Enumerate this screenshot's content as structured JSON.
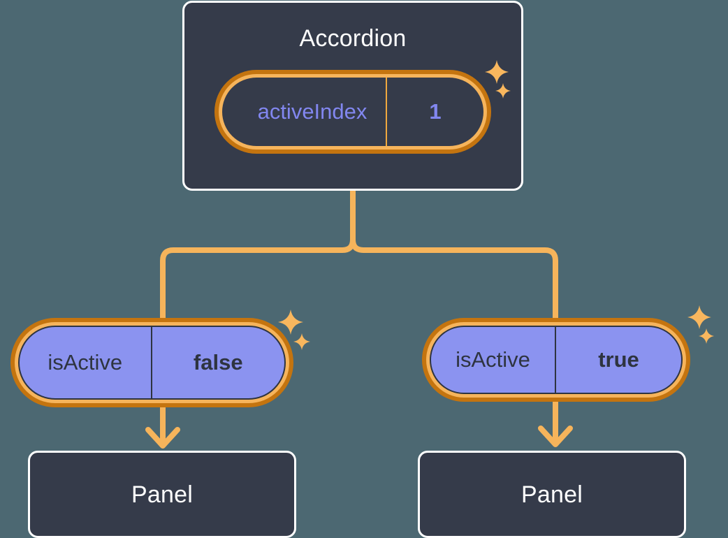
{
  "background_color": "#4C6872",
  "palette": {
    "card_fill": "#353B4A",
    "card_border": "#FFFFFF",
    "ring_outer": "#C4740F",
    "ring_inner": "#F6B45B",
    "pill_violet_fill": "#8B93F0",
    "pill_violet_text": "#2E3440",
    "pill_dark_text": "#8287F0",
    "connector": "#F6B45B",
    "sparkle": "#F9B75E"
  },
  "diagram": {
    "type": "component-tree",
    "root": {
      "title": "Accordion",
      "state": {
        "key": "activeIndex",
        "value": "1"
      },
      "sparkle_label": "sparkles"
    },
    "branches": [
      {
        "state": {
          "key": "isActive",
          "value": "false"
        },
        "child": {
          "title": "Panel"
        },
        "sparkle_label": "sparkles"
      },
      {
        "state": {
          "key": "isActive",
          "value": "true"
        },
        "child": {
          "title": "Panel"
        },
        "sparkle_label": "sparkles"
      }
    ]
  }
}
